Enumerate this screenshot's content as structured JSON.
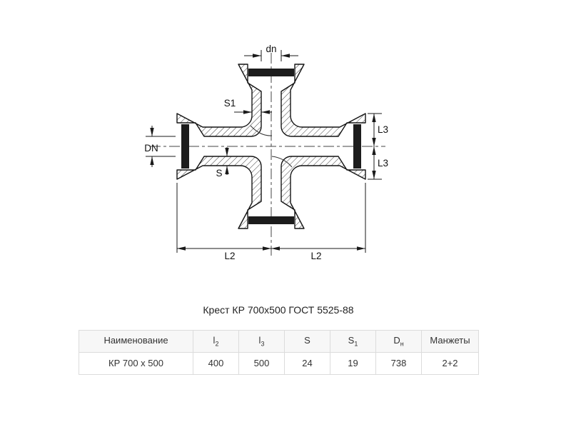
{
  "caption": "Крест КР 700х500 ГОСТ 5525-88",
  "drawing": {
    "dim_dn": "dn",
    "dim_s1": "S1",
    "dim_DN": "DN",
    "dim_s": "S",
    "dim_l3": "L3",
    "dim_l2": "L2"
  },
  "table": {
    "headers": [
      {
        "base": "Наименование",
        "sub": ""
      },
      {
        "base": "l",
        "sub": "2"
      },
      {
        "base": "l",
        "sub": "3"
      },
      {
        "base": "S",
        "sub": ""
      },
      {
        "base": "S",
        "sub": "1"
      },
      {
        "base": "D",
        "sub": "н"
      },
      {
        "base": "Манжеты",
        "sub": ""
      }
    ],
    "rows": [
      [
        "КР 700 х 500",
        "400",
        "500",
        "24",
        "19",
        "738",
        "2+2"
      ]
    ]
  },
  "colors": {
    "line": "#1a1a1a",
    "table_border": "#dcdcdc",
    "header_bg": "#f7f7f7",
    "text": "#333333"
  }
}
